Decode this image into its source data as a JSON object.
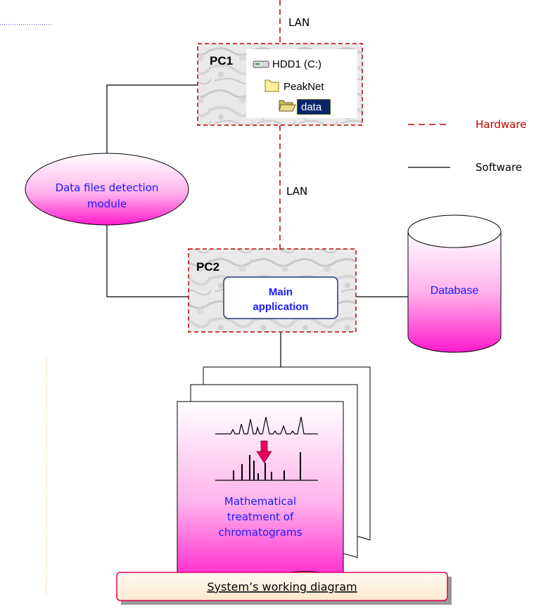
{
  "links": {
    "top": "LAN",
    "middle": "LAN"
  },
  "legend": {
    "hardware": "Hardware",
    "software": "Software",
    "hardware_color": "#c00000",
    "software_color": "#000000"
  },
  "pc1": {
    "label": "PC1",
    "tree": {
      "drive": "HDD1 (C:)",
      "folder": "PeakNet",
      "subfolder": "data"
    }
  },
  "pc2": {
    "label": "PC2",
    "main_app": [
      "Main",
      "application"
    ]
  },
  "detection_module": [
    "Data files detection",
    "module"
  ],
  "database": "Database",
  "document": [
    "Mathematical",
    "treatment of",
    "chromatograms"
  ],
  "caption": "System’s working diagram",
  "colors": {
    "accent_text": "#1a1aff",
    "pink": "#ff33cc",
    "border_red": "#c00000"
  }
}
